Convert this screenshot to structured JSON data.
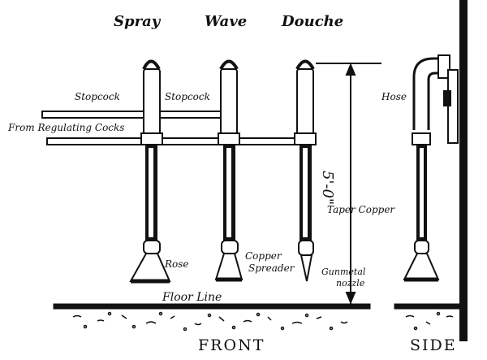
{
  "header": {
    "spray": "Spray",
    "wave": "Wave",
    "douche": "Douche"
  },
  "labels": {
    "stopcock_1": "Stopcock",
    "stopcock_2": "Stopcock",
    "from_regulating_cocks": "From Regulating Cocks",
    "hose": "Hose",
    "height": "5'-0\"",
    "taper_copper": "Taper Copper",
    "rose": "Rose",
    "copper_spreader_line1": "Copper",
    "copper_spreader_line2": "Spreader",
    "gunmetal_nozzle_line1": "Gunmetal",
    "gunmetal_nozzle_line2": "nozzle",
    "floor_line": "Floor   Line"
  },
  "footer": {
    "front": "FRONT",
    "side": "SIDE"
  },
  "colors": {
    "ink": "#111111",
    "paper": "#ffffff"
  }
}
